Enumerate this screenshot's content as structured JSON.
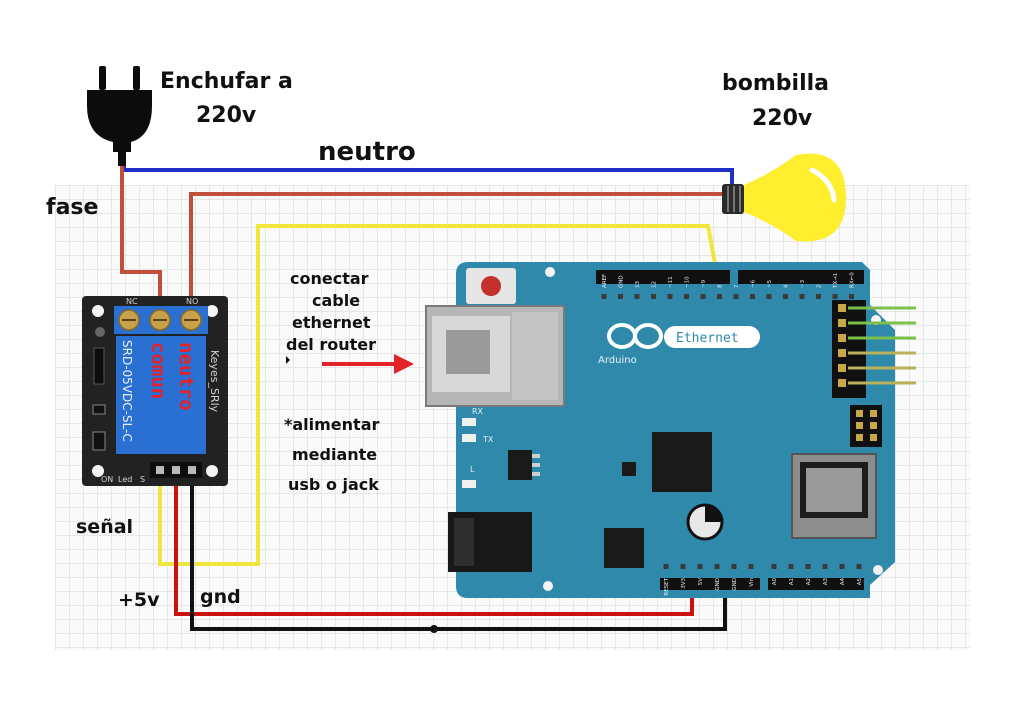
{
  "labels": {
    "plug": [
      "Enchufar a",
      "220v"
    ],
    "bulb": [
      "bombilla",
      "220v"
    ],
    "neutral": "neutro",
    "phase": "fase",
    "ethernet_note": [
      "conectar",
      "cable",
      "ethernet",
      "del router"
    ],
    "power_note": [
      "*alimentar",
      "mediante",
      "usb o jack"
    ],
    "signal": "señal",
    "vcc": "+5v",
    "gnd": "gnd"
  },
  "relay": {
    "model": "SRD-05VDC-SL-C",
    "brand": "Keyes_SRly",
    "terminals": [
      "NC",
      "",
      "NO"
    ],
    "contact_labels": [
      "comun",
      "neutro"
    ],
    "pins": [
      "ON",
      "Led",
      "S"
    ]
  },
  "arduino": {
    "logo_text": "Arduino",
    "badge_text": "Ethernet",
    "leds": [
      "RX",
      "TX",
      "L"
    ],
    "digital_pins": [
      "AREF",
      "GND",
      "13",
      "12",
      "~11",
      "~10",
      "~9",
      "8",
      "7",
      "~6",
      "~5",
      "4",
      "~3",
      "2",
      "TX→1",
      "RX←0"
    ],
    "power_pins": [
      "RESET",
      "3V3",
      "5V",
      "GND",
      "GND",
      "Vin"
    ],
    "analog_pins": [
      "A0",
      "A1",
      "A2",
      "A3",
      "A4",
      "A5"
    ]
  },
  "colors": {
    "neutral_wire": "#1f2fc7",
    "phase_wire": "#c0503c",
    "signal_wire": "#f0e63c",
    "vcc_wire": "#cc1111",
    "gnd_wire": "#111111",
    "board": "#2e89ab",
    "relay_board": "#222222",
    "relay_block": "#2a6fd2",
    "bulb": "#ffee2e",
    "header_pins": "#7cc04c"
  }
}
